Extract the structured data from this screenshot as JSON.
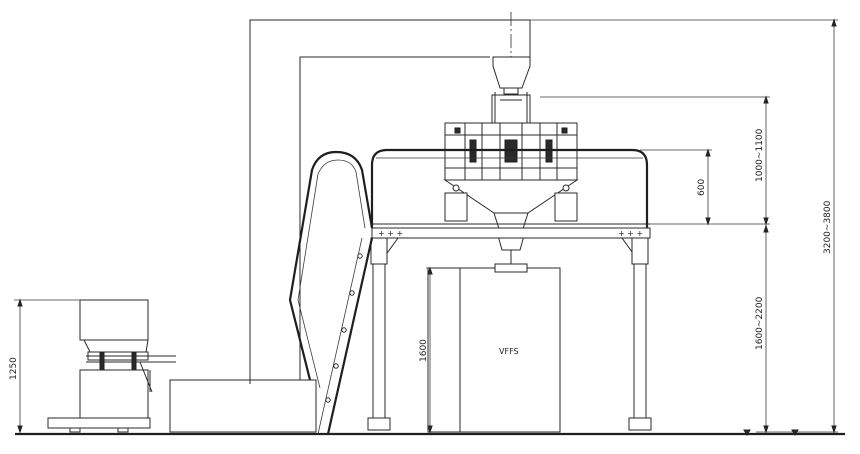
{
  "diagram": {
    "center_label": "VFFS",
    "dimensions": {
      "feeder_height": "1250",
      "vffs_height": "1600",
      "platform_height": "1600~2200",
      "head_above_platform": "1000~1100",
      "head_short": "600",
      "overall_height": "3200~3800"
    }
  },
  "colors": {
    "line": "#2a2a2a",
    "background": "#ffffff"
  }
}
